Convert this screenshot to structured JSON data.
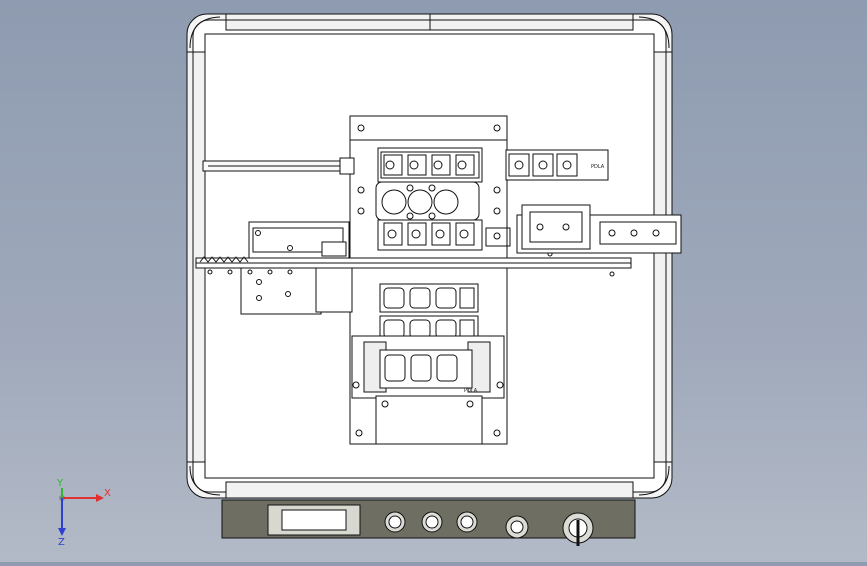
{
  "viewport": {
    "background_top": "#8e9bb0",
    "background_bottom": "#b3bac7",
    "line_color": "#111111",
    "part_fill": "#ffffff",
    "panel_fill": "#eeeeee",
    "control_panel_fill": "#6e6e62"
  },
  "triad": {
    "x_label": "X",
    "y_label": "Y",
    "z_label": "Z",
    "x_color": "#e03030",
    "y_color": "#2fb52f",
    "z_color": "#2f40d0"
  },
  "model": {
    "tray_text": "PDLA"
  },
  "control_panel": {
    "display_icon": "lcd-display-icon",
    "buttons": [
      "push-button-icon",
      "push-button-icon",
      "push-button-icon"
    ],
    "emergency": "emergency-stop-icon",
    "selector": "selector-switch-icon"
  }
}
